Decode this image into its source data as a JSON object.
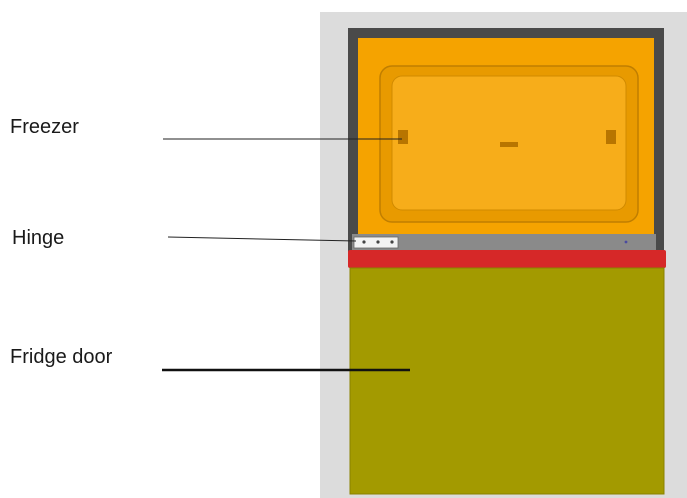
{
  "labels": {
    "freezer": "Freezer",
    "hinge": "Hinge",
    "door": "Fridge door"
  },
  "colors": {
    "background_panel": "#dcdcdc",
    "freezer_frame": "#4a4a4a",
    "freezer_orange": "#f5a300",
    "freezer_inner_edge": "#d98f00",
    "hinge_strip": "#8a8a8a",
    "seal_red": "#d62828",
    "door_olive": "#a39a00"
  }
}
